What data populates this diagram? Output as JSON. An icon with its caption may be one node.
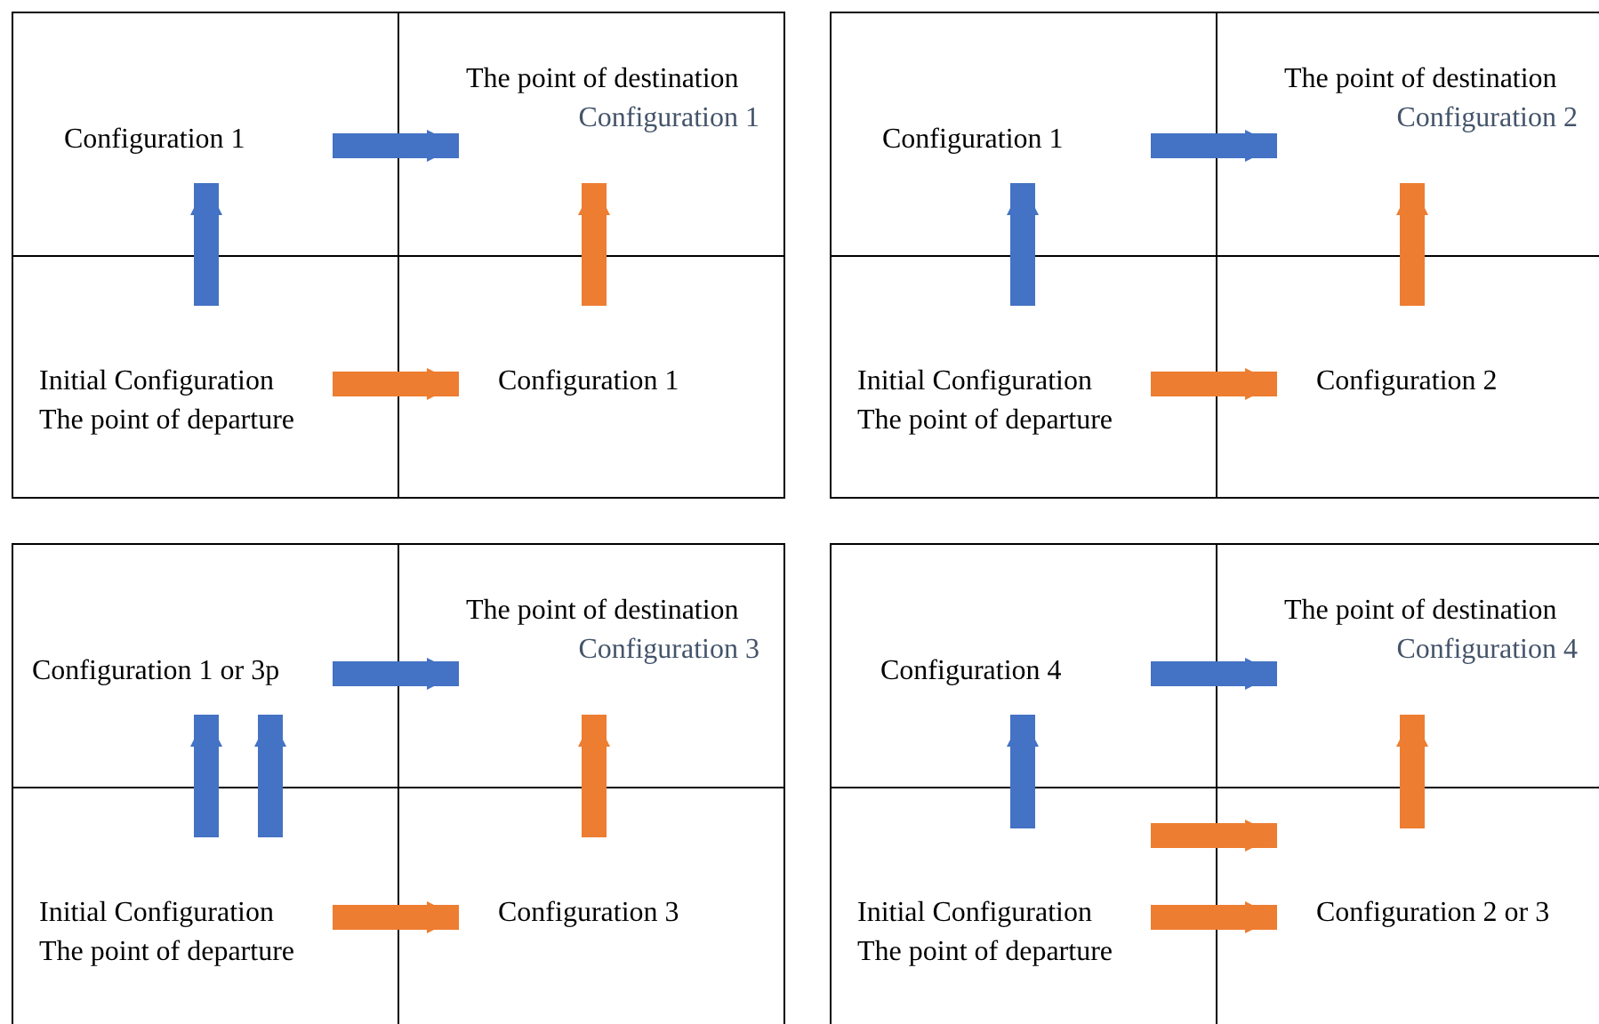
{
  "diagram": {
    "nodes": [
      {
        "text": [
          "Configuration 1"
        ]
      },
      {
        "text": [
          "The point of destination",
          "Configuration 1"
        ]
      },
      {
        "text": [
          "Initial Configuration",
          "The point of departure"
        ]
      },
      {
        "text": [
          "Configuration 1"
        ]
      },
      {
        "text": [
          "Configuration 1"
        ]
      },
      {
        "text": [
          "The point of destination",
          "Configuration 2"
        ]
      },
      {
        "text": [
          "Initial Configuration",
          "The point of departure"
        ]
      },
      {
        "text": [
          "Configuration 2"
        ]
      },
      {
        "text": [
          "Configuration 1 or 3p"
        ]
      },
      {
        "text": [
          "The point of destination",
          "Configuration 3"
        ]
      },
      {
        "text": [
          "Initial Configuration",
          "The point of departure"
        ]
      },
      {
        "text": [
          "Configuration 3"
        ]
      },
      {
        "text": [
          "Configuration 4"
        ]
      },
      {
        "text": [
          "The point of destination",
          "Configuration 4"
        ]
      },
      {
        "text": [
          "Initial Configuration",
          "The point of departure"
        ]
      },
      {
        "text": [
          "Configuration 2 or 3"
        ]
      }
    ],
    "edges": [
      {
        "from": 2,
        "to": 0,
        "arrow": "to",
        "color": "#4472c4"
      },
      {
        "from": 0,
        "to": 1,
        "arrow": "to",
        "color": "#4472c4"
      },
      {
        "from": 2,
        "to": 3,
        "arrow": "to",
        "color": "#ed7d31"
      },
      {
        "from": 3,
        "to": 1,
        "arrow": "to",
        "color": "#ed7d31"
      },
      {
        "from": 6,
        "to": 4,
        "arrow": "to",
        "color": "#4472c4"
      },
      {
        "from": 4,
        "to": 5,
        "arrow": "to",
        "color": "#4472c4"
      },
      {
        "from": 6,
        "to": 7,
        "arrow": "to",
        "color": "#ed7d31"
      },
      {
        "from": 7,
        "to": 5,
        "arrow": "to",
        "color": "#ed7d31"
      },
      {
        "from": 10,
        "to": 8,
        "arrow": "to",
        "color": "#4472c4"
      },
      {
        "from": 10,
        "to": 8,
        "arrow": "to",
        "color": "#4472c4"
      },
      {
        "from": 8,
        "to": 9,
        "arrow": "to",
        "color": "#4472c4"
      },
      {
        "from": 10,
        "to": 11,
        "arrow": "to",
        "color": "#ed7d31"
      },
      {
        "from": 11,
        "to": 9,
        "arrow": "to",
        "color": "#ed7d31"
      },
      {
        "from": 14,
        "to": 12,
        "arrow": "to",
        "color": "#4472c4"
      },
      {
        "from": 12,
        "to": 13,
        "arrow": "to",
        "color": "#4472c4"
      },
      {
        "from": 14,
        "to": 15,
        "arrow": "to",
        "color": "#ed7d31"
      },
      {
        "from": 14,
        "to": 15,
        "arrow": "to",
        "color": "#ed7d31"
      },
      {
        "from": 15,
        "to": 13,
        "arrow": "to",
        "color": "#ed7d31"
      }
    ]
  }
}
